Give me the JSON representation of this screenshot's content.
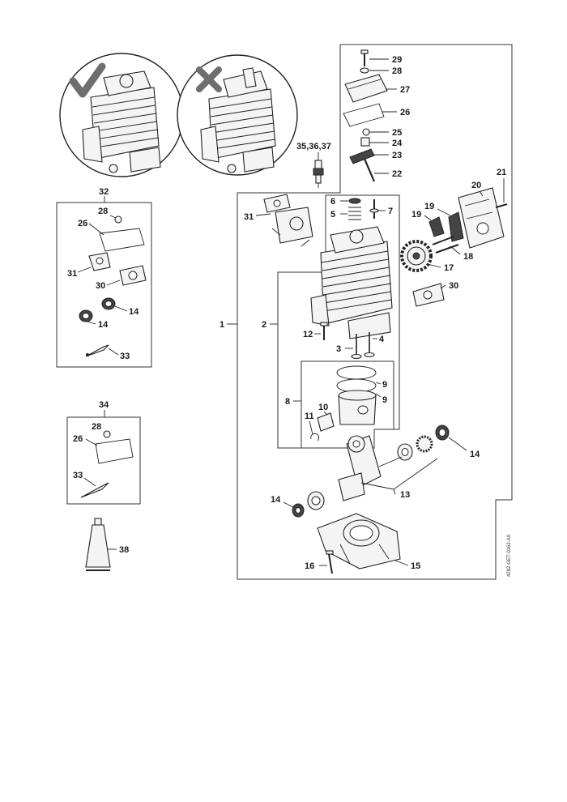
{
  "document": {
    "drawing_code": "4282-GET-0162-A0"
  },
  "labels": {
    "main_assembly": "1",
    "cylinder": "2",
    "valve_3": "3",
    "valve_4": "4",
    "spring_5": "5",
    "spring_seat_6": "6",
    "valve_stem_7": "7",
    "piston_8": "8",
    "ring_9a": "9",
    "ring_9b": "9",
    "piston_pin_10": "10",
    "circlip_11": "11",
    "screw_12": "12",
    "crankshaft_13": "13",
    "bearing_14_right": "14",
    "bearing_14_left": "14",
    "bearing_14_kit": "14",
    "bearing_14_kit_b": "14",
    "crankcase_15": "15",
    "screw_16": "16",
    "gear_17": "17",
    "pin_18": "18",
    "rocker_19a": "19",
    "rocker_19b": "19",
    "cover_20": "20",
    "screw_21": "21",
    "pushrod_22": "22",
    "rocker_arm_23": "23",
    "part_24": "24",
    "part_25": "25",
    "gasket_26_top": "26",
    "gasket_26_kit32": "26",
    "gasket_26_kit34": "26",
    "valve_cover_27": "27",
    "washer_28_top": "28",
    "washer_28_kit32": "28",
    "washer_28_kit34": "28",
    "screw_29": "29",
    "gasket_30_right": "30",
    "gasket_30_kit": "30",
    "carburetor_31": "31",
    "gasket_31_kit": "31",
    "kit_32": "32",
    "tool_33_kit32": "33",
    "tool_33_kit34": "33",
    "kit_34": "34",
    "spark_plug": "35,36,37",
    "grease_tube_38": "38"
  },
  "icons": {
    "correct": "check-mark-icon",
    "incorrect": "x-mark-icon"
  }
}
